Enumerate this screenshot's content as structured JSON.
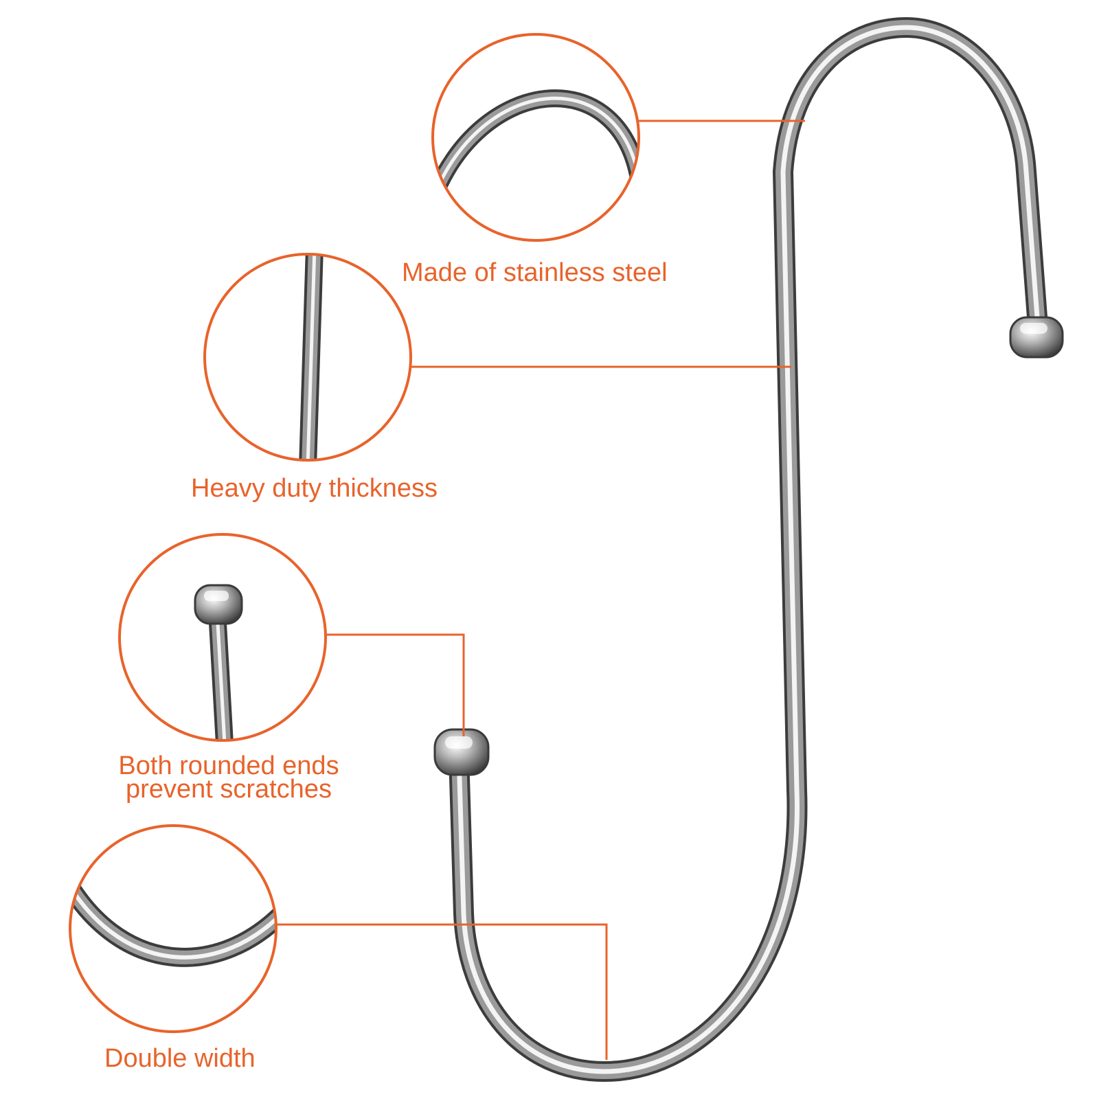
{
  "accent_color": "#e8632b",
  "metal_colors": {
    "dark": "#4a4a4a",
    "mid": "#8c8c8c",
    "light": "#f2f2f2"
  },
  "callouts": [
    {
      "id": "material",
      "label": "Made of stainless steel"
    },
    {
      "id": "thickness",
      "label": "Heavy duty thickness"
    },
    {
      "id": "ends",
      "lines": [
        "Both rounded ends",
        "prevent scratches"
      ]
    },
    {
      "id": "width",
      "label": "Double width"
    }
  ]
}
